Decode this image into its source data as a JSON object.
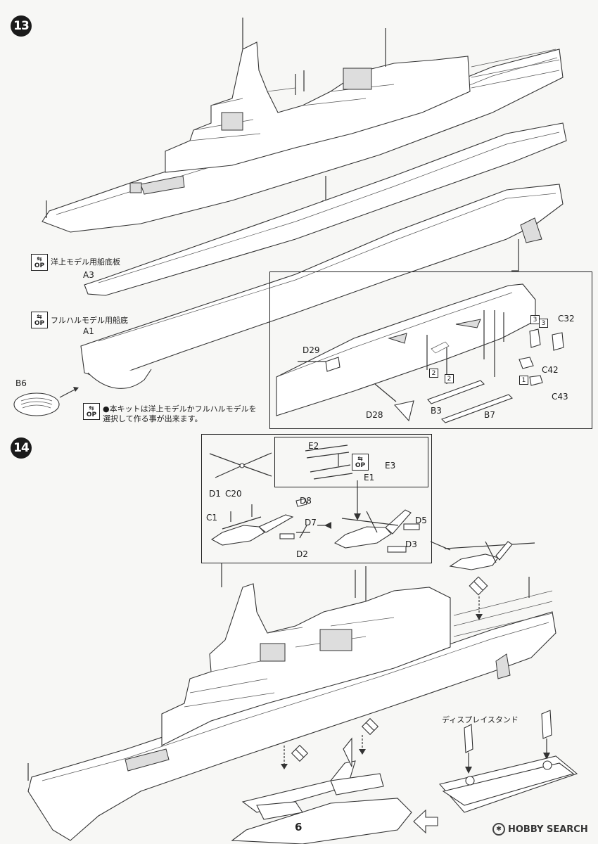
{
  "step13": {
    "number": "13",
    "parts": {
      "a3": "A3",
      "a1": "A1",
      "b6": "B6",
      "d29": "D29",
      "d28": "D28",
      "b3": "B3",
      "b7": "B7",
      "c42": "C42",
      "c43": "C43",
      "c32": "C32"
    },
    "sequence_marks": {
      "m1": "1",
      "m2a": "2",
      "m2b": "2",
      "m3a": "3",
      "m3b": "3"
    },
    "option_waterline": {
      "badge": "OP",
      "text": "洋上モデル用船底板"
    },
    "option_fullhull": {
      "badge": "OP",
      "text": "フルハルモデル用船底"
    },
    "note": {
      "badge": "OP",
      "line1": "●本キットは洋上モデルかフルハルモデルを",
      "line2": "選択して作る事が出来ます。"
    }
  },
  "step14": {
    "number": "14",
    "parts": {
      "e2": "E2",
      "e3": "E3",
      "e1": "E1",
      "d1": "D1",
      "c20": "C20",
      "c1": "C1",
      "d8": "D8",
      "d7": "D7",
      "d2": "D2",
      "d5": "D5",
      "d3": "D3"
    },
    "option_badge": "OP",
    "display_stand": "ディスプレイスタンド"
  },
  "page_number": "6",
  "watermark": {
    "brand": "HOBBY SEARCH"
  },
  "icons": [
    "step-number-badge",
    "option-part-icon",
    "no-glue-icon",
    "assembly-arrow-icon"
  ]
}
